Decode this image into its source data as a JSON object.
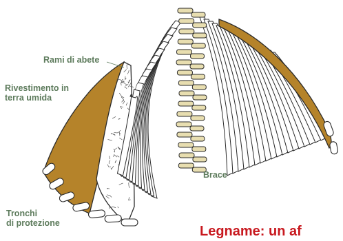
{
  "labels": {
    "rami": "Rami di abete",
    "rivestimento_line1": "Rivestimento in",
    "rivestimento_line2": "terra umida",
    "brace": "Brace",
    "tronchi_line1": "Tronchi",
    "tronchi_line2": "di protezione"
  },
  "heading": "Legname: un af",
  "colors": {
    "earth": "#b5832a",
    "label": "#5d7b5c",
    "heading": "#c8191f",
    "log": "#e8deb0",
    "outline": "#2a2a2a"
  }
}
